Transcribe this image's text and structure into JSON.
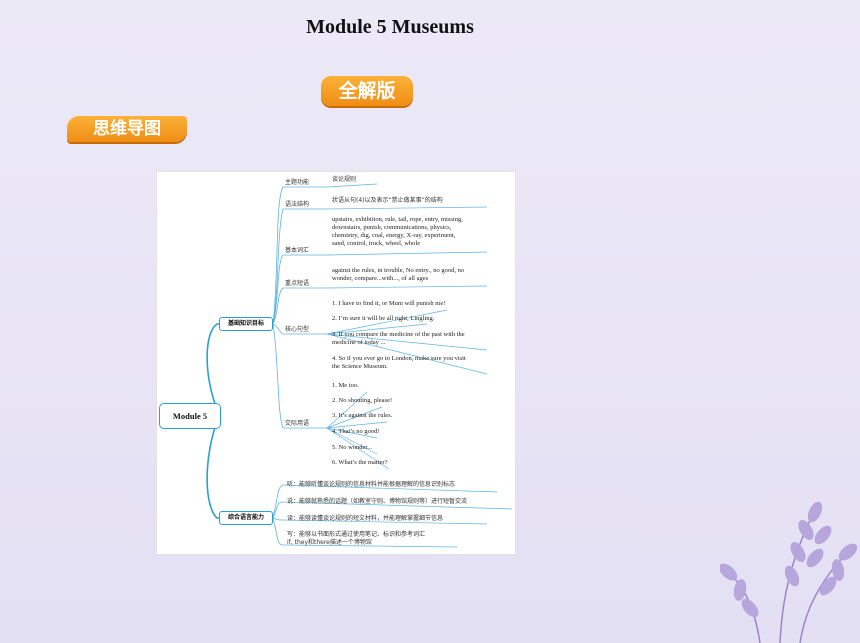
{
  "title": "Module 5    Museums",
  "badge": "全解版",
  "section_tag": "思维导图",
  "mindmap": {
    "root": "Module 5",
    "branch1": "基础知识目标",
    "branch2": "综合语言能力",
    "topics": {
      "theme": "主题功能",
      "grammar": "语法结构",
      "vocab": "基本词汇",
      "phrases": "重点短语",
      "sentences": "核心句型",
      "communication": "交际用语"
    },
    "theme_text": "谈论规则",
    "grammar_text": "状语从句(4)以及表示“禁止做某事”的结构",
    "vocab_lines": [
      "upstairs, exhibition, rule, tail, rope, entry, missing,",
      "downstairs, punish, communications, physics,",
      "chemistry, dig, coal, energy, X-ray, experiment,",
      "sand, control, truck, wheel,  whole"
    ],
    "phrase_lines": [
      "against the rules, in trouble, No entry., no good, no",
      "wonder, compare...with..., of all ages"
    ],
    "sentences": [
      "1. I have to find it, or Mum will punish me!",
      "2. I’m sure it will be all right, Lingling.",
      "3. If you compare the medicine of the past with the",
      "    medicine of today ...",
      "4. So if you ever go to London, make sure you visit",
      "    the Science Museum."
    ],
    "communication": [
      "1. Me too.",
      "2. No shouting, please!",
      "3. It’s against the rules.",
      "4. That’s no good!",
      "5. No wonder...",
      "6. What’s the matter?"
    ],
    "skills": [
      "听：能够听懂谈论规则的信息材料并能根据理解的信息识别标志",
      "说：能够就熟悉的话题（如教室守则、博物馆规则等）进行短暂交流",
      "读：能够读懂谈论规则的短文材料，并能理解掌握细节信息",
      "写：能够以书面形式通过使用笔记、标识和参考词汇",
      "    if, they和there描述一个博物馆"
    ]
  }
}
